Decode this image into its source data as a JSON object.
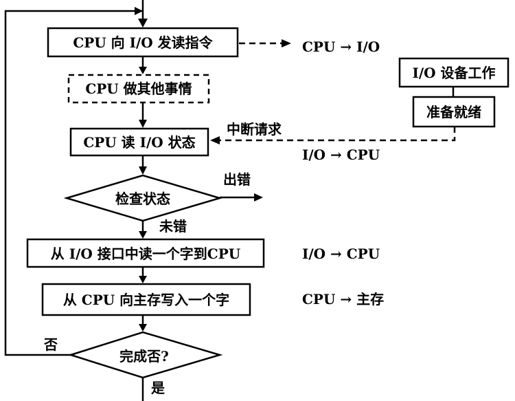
{
  "nodes": {
    "send_read": "CPU 向 I/O 发读指令",
    "cpu_other": "CPU 做其他事情",
    "read_status": "CPU 读 I/O 状态",
    "check_status": "检查状态",
    "read_word": "从 I/O 接口中读一个字到CPU",
    "write_word": "从 CPU 向主存写入一个字",
    "done": "完成否?",
    "device_work": "I/O 设备工作",
    "ready": "准备就绪"
  },
  "labels": {
    "interrupt_request": "中断请求",
    "error": "出错",
    "no_error": "未错",
    "no": "否",
    "yes": "是"
  },
  "flows": {
    "cpu_to_io": "CPU → I/O",
    "io_to_cpu_1": "I/O → CPU",
    "io_to_cpu_2": "I/O → CPU",
    "cpu_to_memory": "CPU → 主存"
  }
}
